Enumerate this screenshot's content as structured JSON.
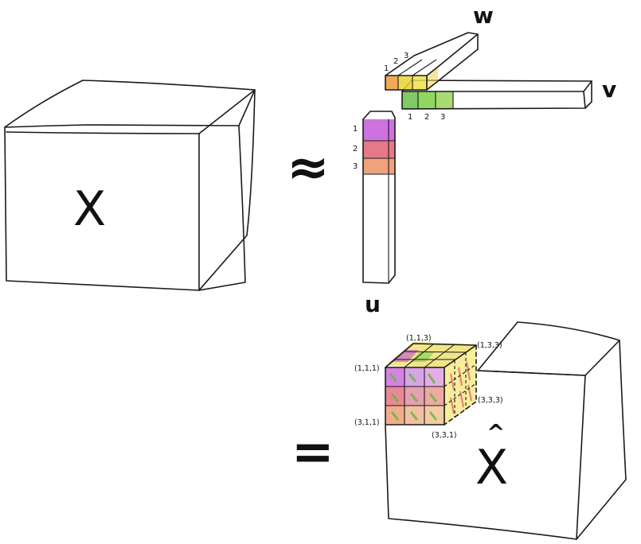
{
  "tensor_label": "X",
  "approx_symbol": "≈",
  "equals_symbol": "=",
  "reconstructed_label": "X",
  "hat_symbol": "^",
  "vector_labels": {
    "u": "u",
    "v": "v",
    "w": "w"
  },
  "index_labels": {
    "u": [
      "1",
      "2",
      "3"
    ],
    "v": [
      "1",
      "2",
      "3"
    ],
    "w": [
      "1",
      "2",
      "3"
    ]
  },
  "corner_labels": {
    "c111": "(1,1,1)",
    "c113": "(1,1,3)",
    "c133": "(1,3,3)",
    "c311": "(3,1,1)",
    "c331": "(3,3,1)",
    "c333": "(3,3,3)"
  },
  "colors": {
    "u": [
      "#c14fd6",
      "#e0576a",
      "#ec8a5c"
    ],
    "v": [
      "#6bbf4a",
      "#7fcf47",
      "#9ad45b"
    ],
    "w": [
      "#ee9a3a",
      "#e9d33a",
      "#f1e04a"
    ]
  }
}
